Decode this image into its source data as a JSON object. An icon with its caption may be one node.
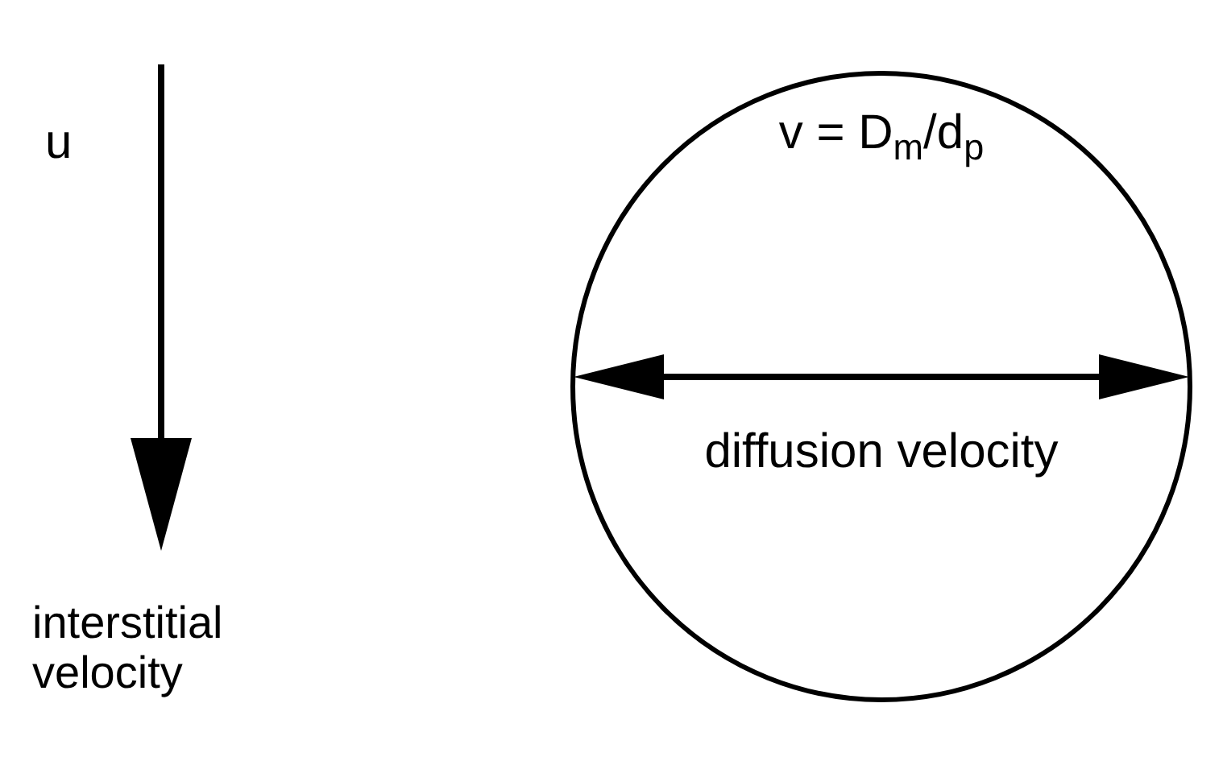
{
  "diagram": {
    "nodes": [
      {
        "text": [
          "v = D$_{m}$/d$_{p}$",
          "diffusion velocity"
        ]
      }
    ],
    "labels": [
      "u",
      "interstitial velocity"
    ]
  }
}
